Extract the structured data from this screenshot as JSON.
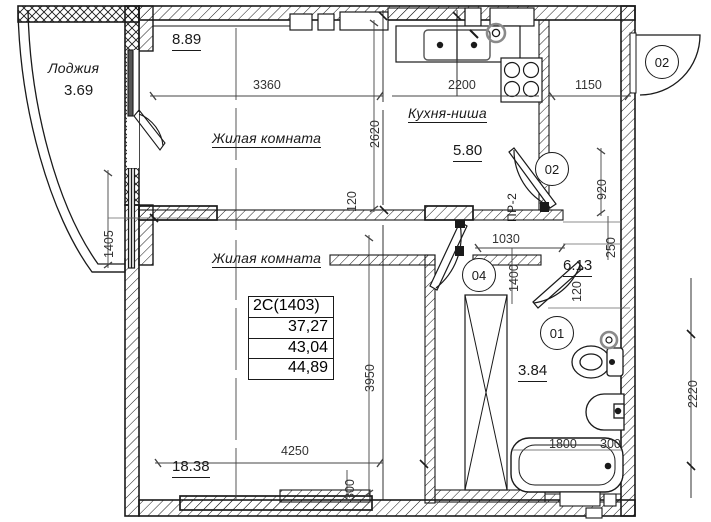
{
  "plan": {
    "type": "apartment-floor-plan",
    "units": {
      "areas": "m2",
      "dimensions": "mm"
    },
    "colors": {
      "line": "#1a1a1a",
      "fixture": "#888888",
      "hatch": "#1a1a1a",
      "background": "#ffffff"
    }
  },
  "apartment_table": {
    "code": "2С(1403)",
    "rows": [
      "37,27",
      "43,04",
      "44,89"
    ]
  },
  "rooms": [
    {
      "name": "Лоджия",
      "area": "3.69"
    },
    {
      "name": "Жилая комната",
      "area": "8.89"
    },
    {
      "name": "Кухня-ниша",
      "area": "5.80"
    },
    {
      "name": "Жилая комната",
      "area": "18.38"
    },
    {
      "name": "",
      "area": "6.13"
    },
    {
      "name": "",
      "area": "3.84"
    }
  ],
  "labels": {
    "loggia_name": "Лоджия",
    "loggia_area": "3.69",
    "room1_name": "Жилая комната",
    "room1_area": "8.89",
    "kitchen_name": "Кухня-ниша",
    "kitchen_area": "5.80",
    "room2_name": "Жилая комната",
    "room2_area": "18.38",
    "hall_area": "6.13",
    "bath_area": "3.84",
    "pr2": "ПР-2"
  },
  "dimensions": {
    "d3360": "3360",
    "d2200": "2200",
    "d1150": "1150",
    "d2620": "2620",
    "d920": "920",
    "d1405": "1405",
    "d120_a": "120",
    "d120_b": "120",
    "d250": "250",
    "d1030": "1030",
    "d1400": "1400",
    "d3950": "3950",
    "d2220": "2220",
    "d4250": "4250",
    "d300": "300",
    "d1800": "1800",
    "d300b": "300"
  },
  "door_markers": [
    {
      "id": "02",
      "location": "entrance"
    },
    {
      "id": "02",
      "location": "kitchen"
    },
    {
      "id": "04",
      "location": "room"
    },
    {
      "id": "01",
      "location": "bathroom"
    }
  ],
  "fixtures": [
    "kitchen-sink",
    "kitchen-faucet",
    "cooktop",
    "toilet",
    "wash-basin",
    "bathtub",
    "wardrobe"
  ]
}
